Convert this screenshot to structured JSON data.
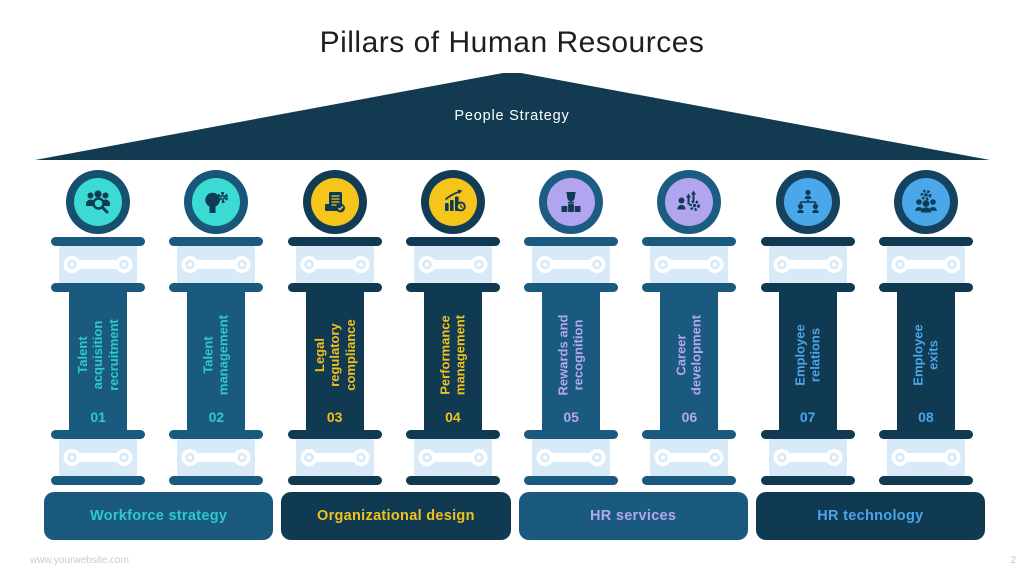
{
  "slide": {
    "title": "Pillars of Human Resources",
    "roof_label": "People Strategy",
    "footer": {
      "website": "www.yourwebsite.com",
      "page_number": "2"
    }
  },
  "colors": {
    "roof": "#123B52",
    "medium_blue": "#1A5A7E",
    "dark_navy": "#0F3A52",
    "capital_bg": "#D8EAF7",
    "cyan": "#2FC8CE",
    "yellow": "#F2C11C",
    "lavender": "#B3A7EF",
    "light_blue": "#4BA5E8"
  },
  "pillars": [
    {
      "number": "01",
      "label": "Talent\nacquisition\nrecruitment",
      "icon": "people-search-icon",
      "accent": "#2FC8CE",
      "shaft": "#1A5A7E",
      "ring": "#17506F",
      "icon_fill": "#3BDAD2"
    },
    {
      "number": "02",
      "label": "Talent\nmanagement",
      "icon": "head-gear-icon",
      "accent": "#2FC8CE",
      "shaft": "#1A5A7E",
      "ring": "#1A567A",
      "icon_fill": "#3BDAD2"
    },
    {
      "number": "03",
      "label": "Legal\nregulatory\ncompliance",
      "icon": "compliance-document-icon",
      "accent": "#F2C11C",
      "shaft": "#0F3A52",
      "ring": "#123C55",
      "icon_fill": "#F6C51C"
    },
    {
      "number": "04",
      "label": "Performance\nmanagement",
      "icon": "performance-chart-icon",
      "accent": "#F2C11C",
      "shaft": "#0F3A52",
      "ring": "#123C55",
      "icon_fill": "#F6C51C"
    },
    {
      "number": "05",
      "label": "Rewards and\nrecognition",
      "icon": "trophy-podium-icon",
      "accent": "#B3A7EF",
      "shaft": "#1A5A7E",
      "ring": "#1C5C82",
      "icon_fill": "#B2A5F0"
    },
    {
      "number": "06",
      "label": "Career\ndevelopment",
      "icon": "career-growth-icon",
      "accent": "#B3A7EF",
      "shaft": "#1A5A7E",
      "ring": "#1C5C82",
      "icon_fill": "#B2A5F0"
    },
    {
      "number": "07",
      "label": "Employee\nrelations",
      "icon": "org-chart-icon",
      "accent": "#4BA5E8",
      "shaft": "#0F3A52",
      "ring": "#15425E",
      "icon_fill": "#49A7EA"
    },
    {
      "number": "08",
      "label": "Employee\nexits",
      "icon": "team-gear-icon",
      "accent": "#4BA5E8",
      "shaft": "#0F3A52",
      "ring": "#15425E",
      "icon_fill": "#49A7EA"
    }
  ],
  "categories": [
    {
      "label": "Workforce strategy",
      "bg": "#1A5A7E",
      "text_color": "#2FC8CE"
    },
    {
      "label": "Organizational design",
      "bg": "#0F3A52",
      "text_color": "#F2C11C"
    },
    {
      "label": "HR services",
      "bg": "#1A5A7E",
      "text_color": "#B3A7EF"
    },
    {
      "label": "HR technology",
      "bg": "#0F3A52",
      "text_color": "#4BA5E8"
    }
  ]
}
